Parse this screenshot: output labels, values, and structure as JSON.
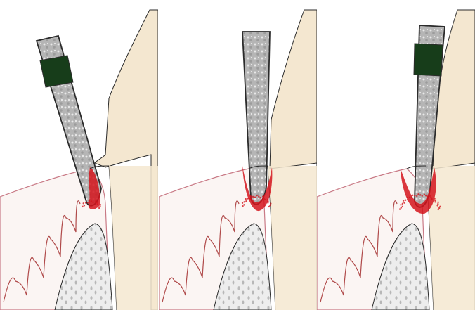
{
  "figure": {
    "panels": [
      {
        "id": "panel-1",
        "probe_depth_level": 1,
        "bleeding": "minimal"
      },
      {
        "id": "panel-2",
        "probe_depth_level": 2,
        "bleeding": "moderate"
      },
      {
        "id": "panel-3",
        "probe_depth_level": 3,
        "bleeding": "heavy"
      }
    ],
    "colors": {
      "probe_fill": "#b5b5b5",
      "probe_band": "#173d1a",
      "gingiva_outline": "#c97a86",
      "gingiva_fill": "#fbf5f3",
      "tooth_fill": "#f4e7d0",
      "bone_fill": "#ededed",
      "blood": "#d4141c",
      "outline": "#2b2b2b"
    }
  }
}
